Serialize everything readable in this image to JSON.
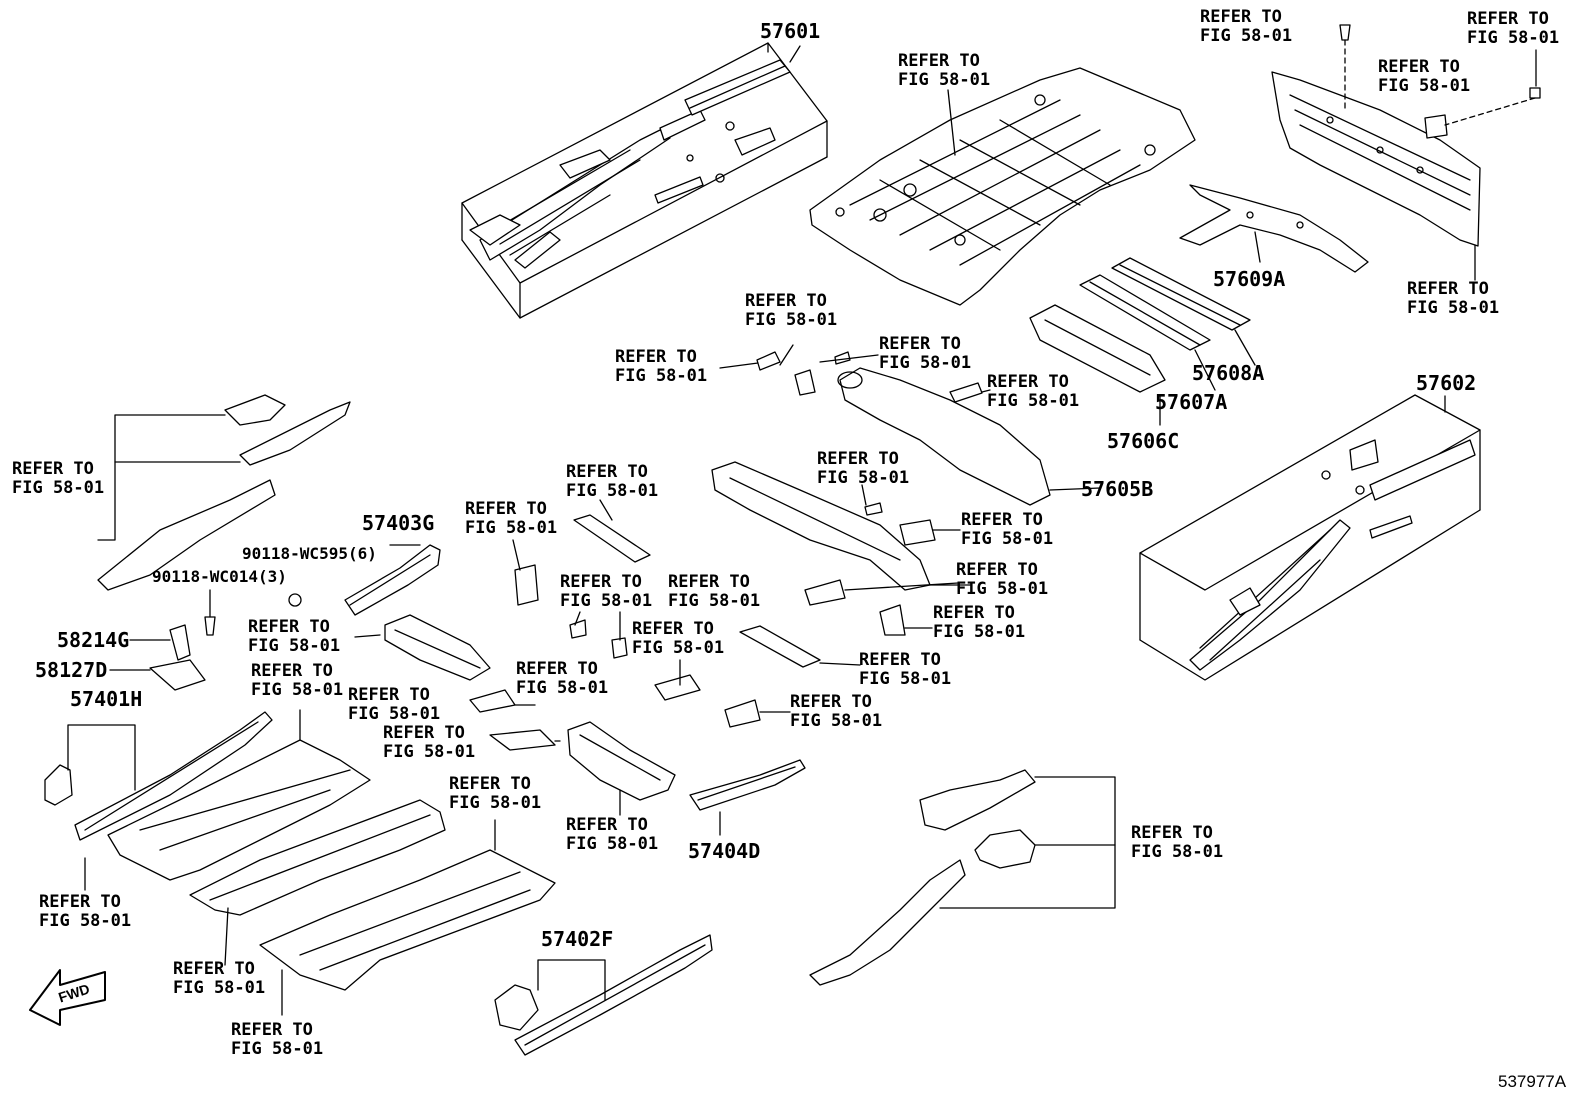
{
  "diagram": {
    "ref_word": "REFER TO",
    "ref_fig": "FIG 58-01",
    "part_numbers": {
      "p57601": "57601",
      "p57602": "57602",
      "p57605B": "57605B",
      "p57606C": "57606C",
      "p57607A": "57607A",
      "p57608A": "57608A",
      "p57609A": "57609A",
      "p57403G": "57403G",
      "p57401H": "57401H",
      "p57402F": "57402F",
      "p57404D": "57404D",
      "p58214G": "58214G",
      "p58127D": "58127D",
      "p90118_WC595": "90118-WC595(6)",
      "p90118_WC014": "90118-WC014(3)"
    },
    "fwd_label": "FWD",
    "diagram_id": "537977A"
  }
}
